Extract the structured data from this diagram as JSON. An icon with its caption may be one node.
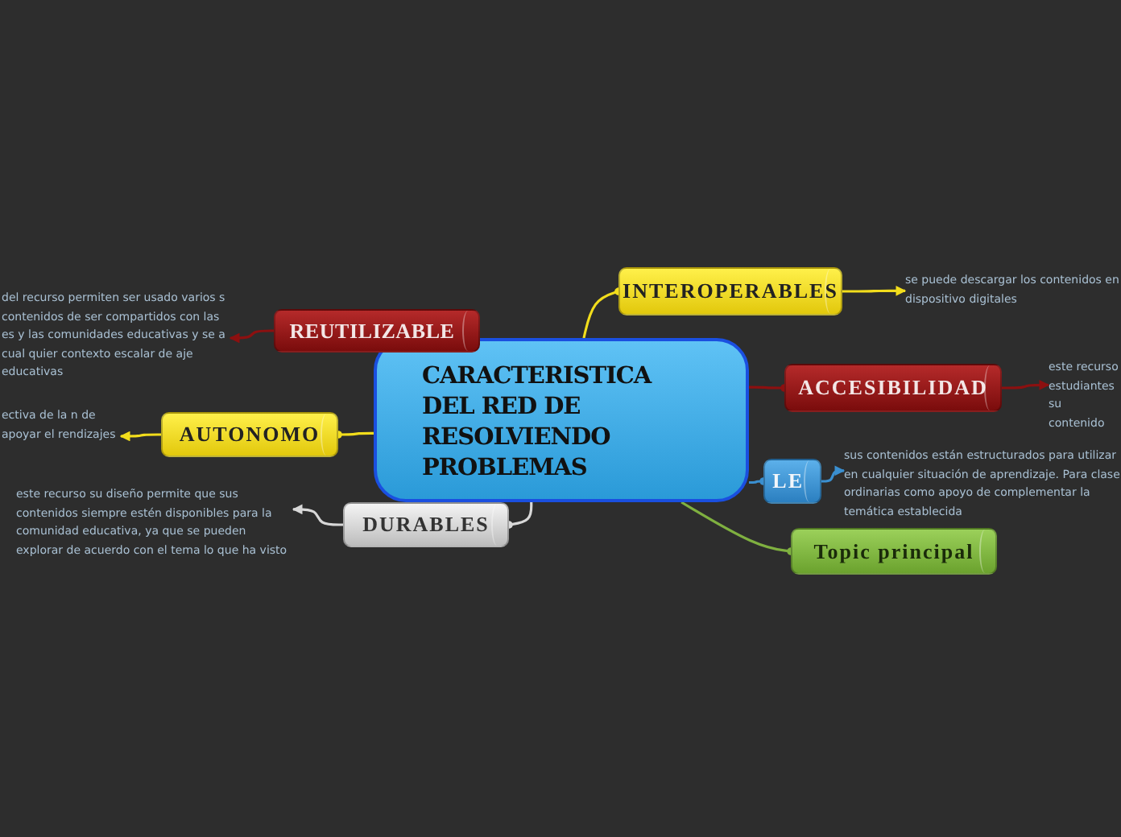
{
  "diagram": {
    "nodes": [
      {
        "text": [
          "CARACTERISTICA DEL RED DE RESOLVIENDO PROBLEMAS"
        ]
      },
      {
        "text": [
          "INTEROPERABLES"
        ]
      },
      {
        "text": [
          "ACCESIBILIDAD"
        ]
      },
      {
        "text": [
          "LE"
        ]
      },
      {
        "text": [
          "Topic principal"
        ]
      },
      {
        "text": [
          "DURABLES"
        ]
      },
      {
        "text": [
          "AUTONOMO"
        ]
      },
      {
        "text": [
          "REUTILIZABLE"
        ]
      },
      {
        "text": [
          "se puede descargar los contenidos en dispositivo digitales"
        ]
      },
      {
        "text": [
          "este recurso estudiantes su contenido"
        ]
      },
      {
        "text": [
          "sus contenidos están estructurados para utilizar en cualquier situación de aprendizaje. Para clase ordinarias como apoyo de complementar la temática establecida"
        ]
      },
      {
        "text": [
          "este recurso su diseño permite que sus contenidos siempre estén disponibles para la comunidad educativa, ya que se pueden explorar de acuerdo con el tema lo que ha visto"
        ]
      },
      {
        "text": [
          "ectiva de la n de apoyar el rendizajes"
        ]
      },
      {
        "text": [
          "del recurso permiten ser usado varios s contenidos de ser compartidos con las es y las comunidades educativas y se a cual quier contexto escalar de aje educativas"
        ]
      }
    ],
    "edges": [
      {
        "from": 0,
        "to": 1,
        "arrow": "other",
        "color": "#f2dd1c"
      },
      {
        "from": 0,
        "to": 2,
        "arrow": "other",
        "color": "#8c1010"
      },
      {
        "from": 0,
        "to": 3,
        "arrow": "other",
        "color": "#3a8fd0"
      },
      {
        "from": 0,
        "to": 4,
        "arrow": "other",
        "color": "#7fb040"
      },
      {
        "from": 0,
        "to": 5,
        "arrow": "other",
        "color": "#d8d8d8"
      },
      {
        "from": 0,
        "to": 6,
        "arrow": "other",
        "color": "#f2dd1c"
      },
      {
        "from": 0,
        "to": 7,
        "arrow": "other",
        "color": "#8c1010"
      },
      {
        "from": 1,
        "to": 8,
        "arrow": "to",
        "color": "#f2dd1c"
      },
      {
        "from": 2,
        "to": 9,
        "arrow": "to",
        "color": "#8c1010"
      },
      {
        "from": 3,
        "to": 10,
        "arrow": "to",
        "color": "#3a8fd0"
      },
      {
        "from": 5,
        "to": 11,
        "arrow": "to",
        "color": "#d8d8d8"
      },
      {
        "from": 6,
        "to": 12,
        "arrow": "to",
        "color": "#f2dd1c"
      },
      {
        "from": 7,
        "to": 13,
        "arrow": "to",
        "color": "#8c1010"
      }
    ]
  }
}
